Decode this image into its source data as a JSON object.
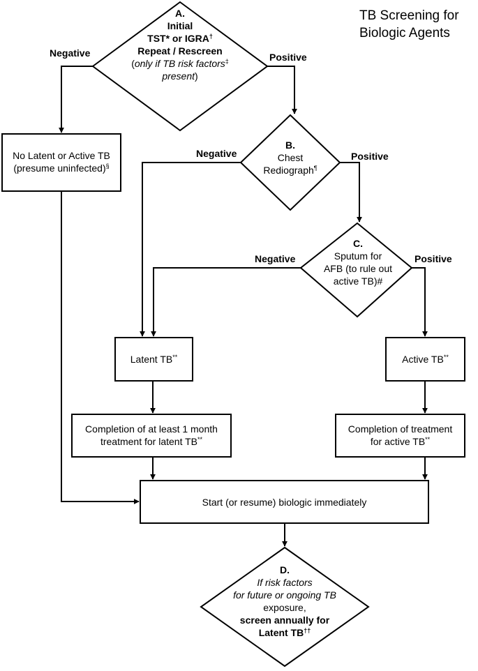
{
  "title": {
    "line1": "TB Screening for",
    "line2": "Biologic Agents"
  },
  "decisions": {
    "a": {
      "letter": "A.",
      "line1": "Initial",
      "line2a": "TST* or IGRA",
      "line2a_sup": "†",
      "line3": "Repeat / Rescreen",
      "line4a": "(",
      "line4b": "only if TB risk factors",
      "line4_sup": "‡",
      "line5a": "present",
      "line5b": ")"
    },
    "b": {
      "letter": "B.",
      "line1": "Chest",
      "line2": "Rediograph",
      "line2_sup": "¶"
    },
    "c": {
      "letter": "C.",
      "line1": "Sputum for",
      "line2": "AFB (to rule out",
      "line3": "active TB)#"
    },
    "d": {
      "letter": "D.",
      "line1": "If risk factors",
      "line2": "for future or ongoing TB",
      "line3": "exposure,",
      "line4": "screen annually for",
      "line5": "Latent TB",
      "line5_sup": "††"
    }
  },
  "boxes": {
    "no_tb": {
      "line1": "No Latent or Active TB",
      "line2": "(presume uninfected)",
      "line2_sup": "§"
    },
    "latent": {
      "text": "Latent TB",
      "sup": "**"
    },
    "active": {
      "text": "Active TB",
      "sup": "**"
    },
    "latent_treatment": {
      "line1": "Completion of at least 1 month",
      "line2": "treatment for latent TB",
      "line2_sup": "**"
    },
    "active_treatment": {
      "line1": "Completion of treatment",
      "line2": "for active TB",
      "line2_sup": "**"
    },
    "start": {
      "text": "Start (or resume) biologic immediately"
    }
  },
  "edges": {
    "a_negative": "Negative",
    "a_positive": "Positive",
    "b_negative": "Negative",
    "b_positive": "Positive",
    "c_negative": "Negative",
    "c_positive": "Positive"
  }
}
